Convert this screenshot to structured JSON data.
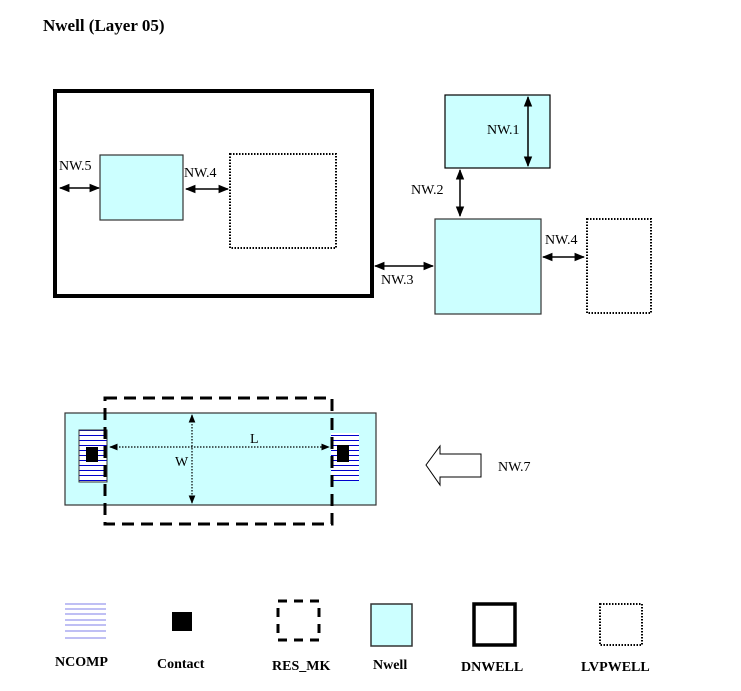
{
  "title": "Nwell (Layer 05)",
  "colors": {
    "nwell_fill": "#ccffff",
    "nwell_stroke": "#333333",
    "ncomp_line": "#0000cc",
    "ncomp_legend_line": "#9999ee",
    "contact": "#000000",
    "stroke": "#000000"
  },
  "rules": {
    "nw1": "NW.1",
    "nw2": "NW.2",
    "nw3": "NW.3",
    "nw4a": "NW.4",
    "nw4b": "NW.4",
    "nw5": "NW.5",
    "nw7": "NW.7"
  },
  "resistor": {
    "length_label": "L",
    "width_label": "W"
  },
  "legend": [
    {
      "label": "NCOMP",
      "icon": "ncomp-hatch-icon"
    },
    {
      "label": "Contact",
      "icon": "contact-square-icon"
    },
    {
      "label": "RES_MK",
      "icon": "res-mk-dashed-box-icon"
    },
    {
      "label": "Nwell",
      "icon": "nwell-box-icon"
    },
    {
      "label": "DNWELL",
      "icon": "dnwell-thick-box-icon"
    },
    {
      "label": "LVPWELL",
      "icon": "lvpwell-dotted-box-icon"
    }
  ]
}
